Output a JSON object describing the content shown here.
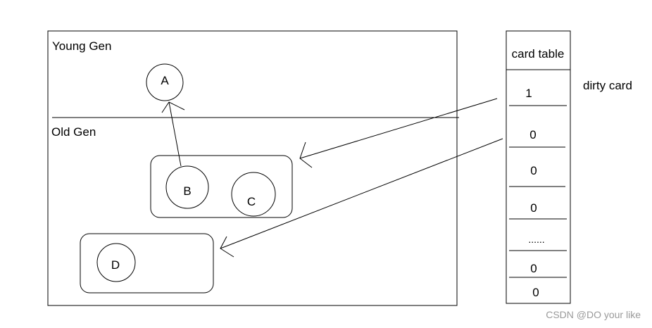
{
  "heap": {
    "young_label": "Young Gen",
    "old_label": "Old Gen"
  },
  "objects": {
    "a": "A",
    "b": "B",
    "c": "C",
    "d": "D"
  },
  "card_table": {
    "header": "card table",
    "cells": [
      "1",
      "0",
      "0",
      "0",
      "......",
      "0",
      "0"
    ],
    "dirty_label": "dirty card"
  },
  "watermark": "CSDN @DO your like",
  "colors": {
    "stroke": "#000000",
    "background": "#ffffff",
    "watermark": "#9a9a9a"
  }
}
